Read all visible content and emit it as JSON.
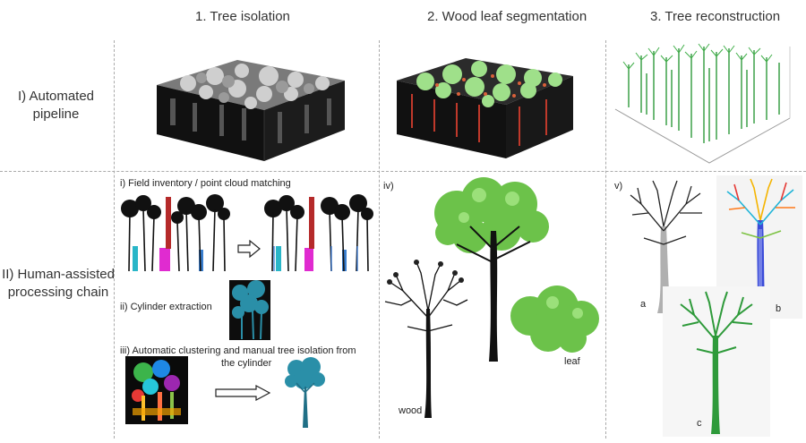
{
  "columns": {
    "col1": "1. Tree isolation",
    "col2": "2. Wood leaf segmentation",
    "col3": "3. Tree reconstruction"
  },
  "rows": {
    "row1_line1": "I) Automated",
    "row1_line2": "pipeline",
    "row2_line1": "II) Human-assisted",
    "row2_line2": "processing chain"
  },
  "steps": {
    "i": "i) Field inventory / point cloud matching",
    "ii": "ii) Cylinder extraction",
    "iii_line1": "iii) Automatic clustering and manual tree isolation from",
    "iii_line2": "the cylinder",
    "iv": "iv)",
    "v": "v)"
  },
  "labels": {
    "wood": "wood",
    "leaf": "leaf",
    "a": "a",
    "b": "b",
    "c": "c"
  },
  "colors": {
    "leaf_green": "#6cc24a",
    "wood_black": "#111111",
    "cylinder_teal": "#2a8fa8",
    "qsm_green": "#2e9a3a",
    "wood_red": "#c0392b"
  }
}
